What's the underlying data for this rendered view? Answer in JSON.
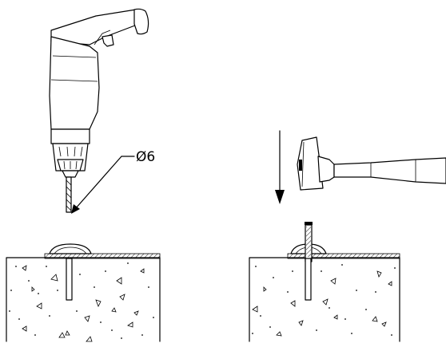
{
  "diagram": {
    "drill_bit_label": "Ø6",
    "steps": [
      {
        "id": "drill",
        "tool": "drill-icon"
      },
      {
        "id": "hammer",
        "tool": "hammer-icon"
      }
    ],
    "colors": {
      "ink": "#000000",
      "background": "#ffffff"
    }
  }
}
